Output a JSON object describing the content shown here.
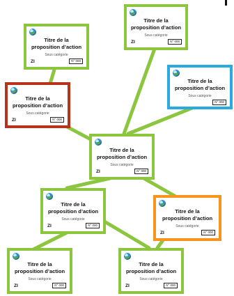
{
  "cards": [
    {
      "title_l1": "Titre de la",
      "title_l2": "proposition d’action",
      "subtitle": "Sous catégorie",
      "number": "N° 000",
      "zone": "ZI",
      "border_color": "#8cc63f"
    },
    {
      "title_l1": "Titre de la",
      "title_l2": "proposition d’action",
      "subtitle": "Sous catégorie",
      "number": "N° 000",
      "zone": "ZI",
      "border_color": "#8cc63f"
    },
    {
      "title_l1": "Titre de la",
      "title_l2": "proposition d’action",
      "subtitle": "Sous catégorie",
      "number": "N° 000",
      "zone": "",
      "border_color": "#29abe2"
    },
    {
      "title_l1": "Titre de la",
      "title_l2": "proposition d’action",
      "subtitle": "Sous catégorie",
      "number": "N° 000",
      "zone": "ZI",
      "border_color": "#b5341b"
    },
    {
      "title_l1": "Titre de la",
      "title_l2": "proposition d’action",
      "subtitle": "Sous catégorie",
      "number": "N° 000",
      "zone": "ZI",
      "border_color": "#8cc63f"
    },
    {
      "title_l1": "Titre de la",
      "title_l2": "proposition d’action",
      "subtitle": "Sous catégorie",
      "number": "N° 000",
      "zone": "ZI",
      "border_color": "#8cc63f"
    },
    {
      "title_l1": "Titre de la",
      "title_l2": "proposition d’action",
      "subtitle": "Sous catégorie",
      "number": "N° 000",
      "zone": "ZI",
      "border_color": "#f7941d"
    },
    {
      "title_l1": "Titre de la",
      "title_l2": "proposition d’action",
      "subtitle": "Sous catégorie",
      "number": "N° 000",
      "zone": "ZI",
      "border_color": "#8cc63f"
    },
    {
      "title_l1": "Titre de la",
      "title_l2": "proposition d’action",
      "subtitle": "Sous catégorie",
      "number": "N° 000",
      "zone": "ZI",
      "border_color": "#8cc63f"
    }
  ],
  "connector_color": "#8cc63f"
}
